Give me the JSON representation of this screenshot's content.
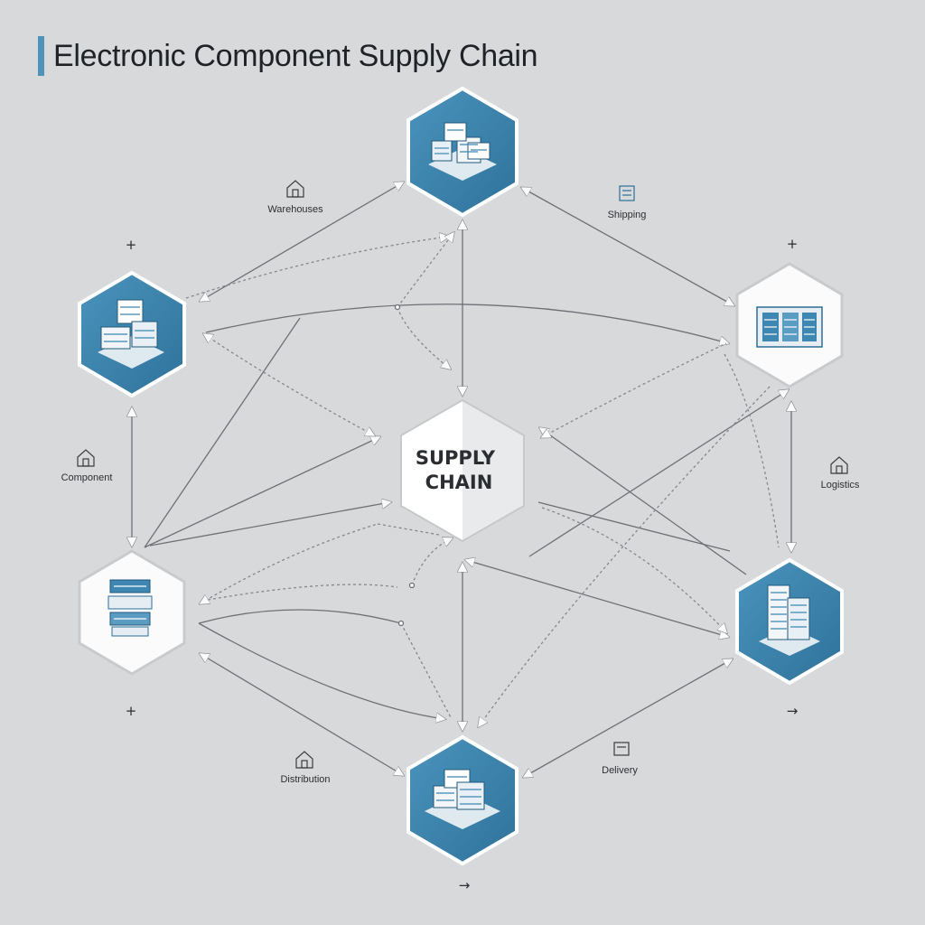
{
  "title": "Electronic Component Supply Chain",
  "center": {
    "line1": "SUPPLY",
    "line2": "CHAIN"
  },
  "labels": {
    "warehouses": "Warehouses",
    "shipping": "Shipping",
    "component": "Component",
    "logistics": "Logistics",
    "distribution": "Distribution",
    "delivery": "Delivery"
  },
  "markers": {
    "plus_top_left": "+",
    "plus_top_right": "+",
    "plus_bottom_left": "+",
    "arrow_bottom_right": "→",
    "arrow_bottom_center": "→"
  },
  "icons": {
    "top": "building-stack-icon",
    "left_upper": "warehouse-stack-icon",
    "right_upper": "server-rack-icon",
    "left_lower": "component-stack-icon",
    "right_lower": "office-tower-icon",
    "bottom": "distribution-center-icon"
  },
  "colors": {
    "hex_blue": "#3e87b2",
    "hex_blue_dark": "#2d6f96",
    "hex_white": "#fbfbfc",
    "background": "#d7d9db",
    "connector": "#6d7176",
    "title_accent": "#4f93b9"
  }
}
